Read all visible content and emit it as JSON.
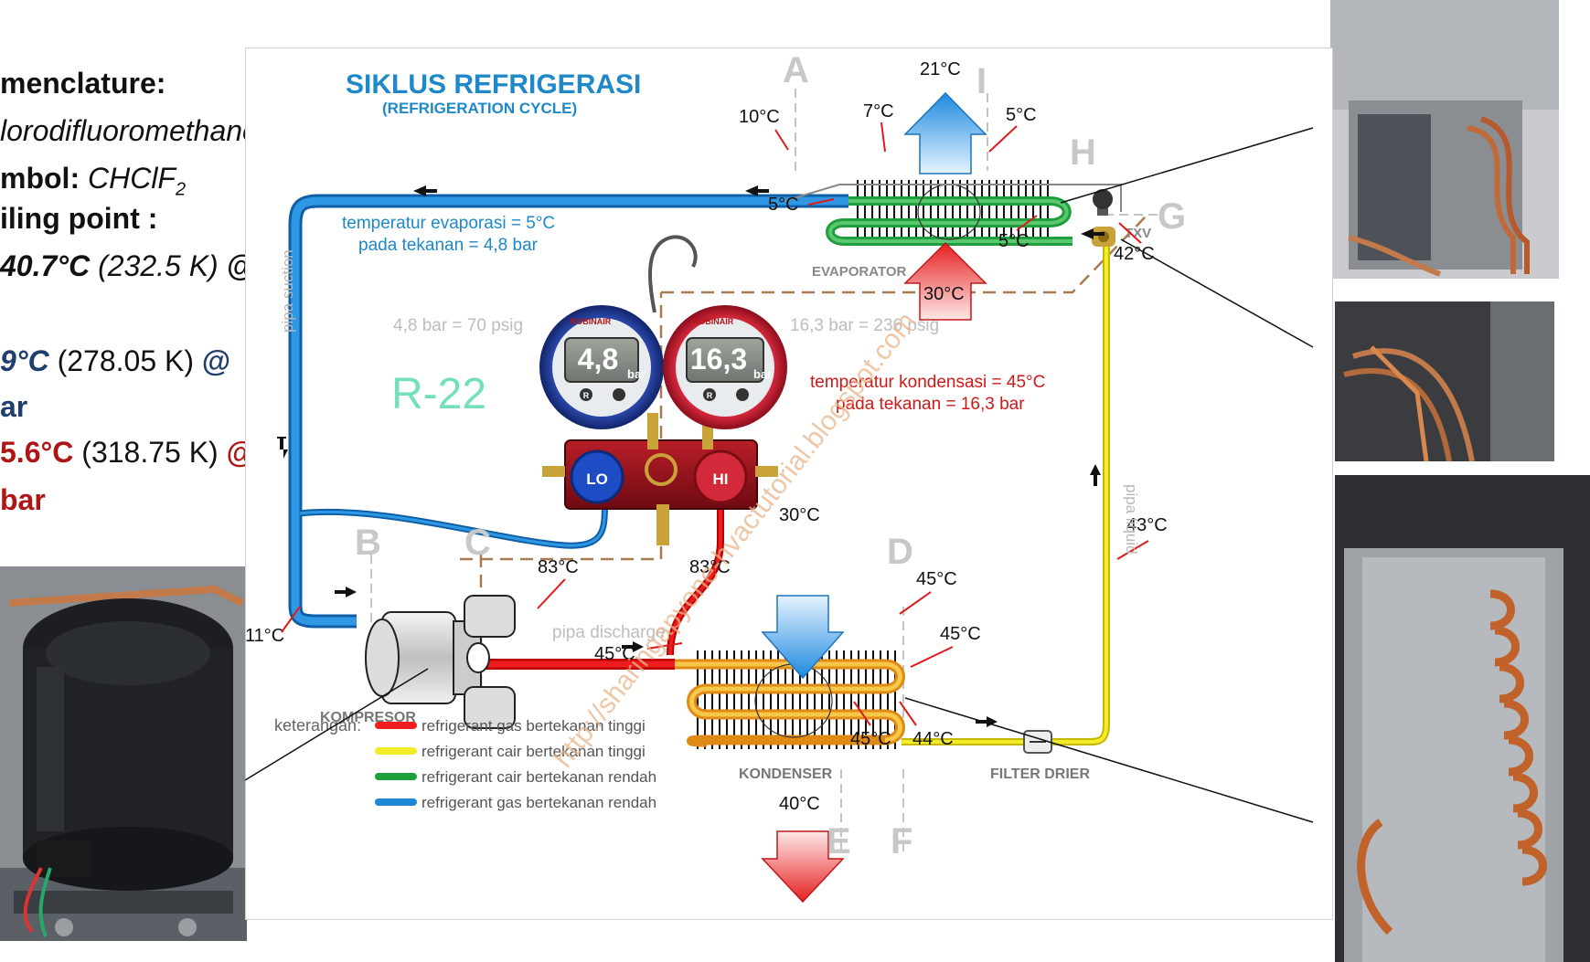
{
  "nomenclature": {
    "heading": "menclature:",
    "name": "lorodifluoromethane",
    "symbol_label": "mbol:",
    "symbol_value": "CHClF",
    "symbol_sub": "2",
    "boiling_label": "iling point :",
    "bp_value": "40.7°C",
    "bp_kelvin": "(232.5 K)",
    "bp_at": "@",
    "evap_value": "9°C",
    "evap_kelvin": "(278.05 K)",
    "evap_at": "@",
    "evap_unit": "ar",
    "cond_value": "5.6°C",
    "cond_kelvin": "(318.75 K)",
    "cond_at": "@",
    "cond_unit": "bar"
  },
  "diagram": {
    "title": "SIKLUS REFRIGERASI",
    "subtitle": "(REFRIGERATION CYCLE)",
    "refrigerant": "R-22",
    "evap_temp_note": "temperatur evaporasi = 5°C",
    "evap_pressure_note": "pada tekanan = 4,8 bar",
    "cond_temp_note": "temperatur kondensasi = 45°C",
    "cond_pressure_note": "pada tekanan = 16,3 bar",
    "low_conversion": "4,8 bar = 70 psig",
    "high_conversion": "16,3 bar = 236 psig",
    "gauge_low_value": "4,8",
    "gauge_high_value": "16,3",
    "gauge_unit": "bar",
    "gauge_brand": "ROBINAIR",
    "gauge_r": "R",
    "knob_lo": "LO",
    "knob_hi": "HI",
    "labels": {
      "evaporator": "EVAPORATOR",
      "kompresor": "KOMPRESOR",
      "kondenser": "KONDENSER",
      "filter": "FILTER DRIER",
      "txv": "TXV",
      "pipa_suction": "pipa suction",
      "pipa_liquid": "pipa liquid",
      "pipa_discharge": "pipa discharge"
    },
    "points": {
      "A": "A",
      "B": "B",
      "C": "C",
      "D": "D",
      "E": "E",
      "F": "F",
      "G": "G",
      "H": "H",
      "I": "I"
    },
    "temps": {
      "t10": "10°C",
      "t21": "21°C",
      "t7": "7°C",
      "t5a": "5°C",
      "t5b": "5°C",
      "t5c": "5°C",
      "t30a": "30°C",
      "t42": "42°C",
      "t43": "43°C",
      "t11": "11°C",
      "t83a": "83°C",
      "t83b": "83°C",
      "t30b": "30°C",
      "t45a": "45°C",
      "t45b": "45°C",
      "t45c": "45°C",
      "t45d": "45°C",
      "t44": "44°C",
      "t40": "40°C"
    },
    "legend": {
      "title": "keterangan:",
      "items": [
        {
          "label": "refrigerant gas bertekanan tinggi",
          "color": "#ee1c1c"
        },
        {
          "label": "refrigerant cair bertekanan tinggi",
          "color": "#f2ec2a"
        },
        {
          "label": "refrigerant cair bertekanan rendah",
          "color": "#1f9e3c"
        },
        {
          "label": "refrigerant gas bertekanan rendah",
          "color": "#1e88d6"
        }
      ]
    },
    "watermark": "http://sharingapyone-hvactutorial.blogspot.com"
  },
  "colors": {
    "suction": "#1e88d6",
    "discharge": "#ee1c1c",
    "liquid": "#f2ec2a",
    "lowliquid": "#1f9e3c",
    "title_blue": "#1e88c8",
    "cond_note_red": "#d01818"
  }
}
